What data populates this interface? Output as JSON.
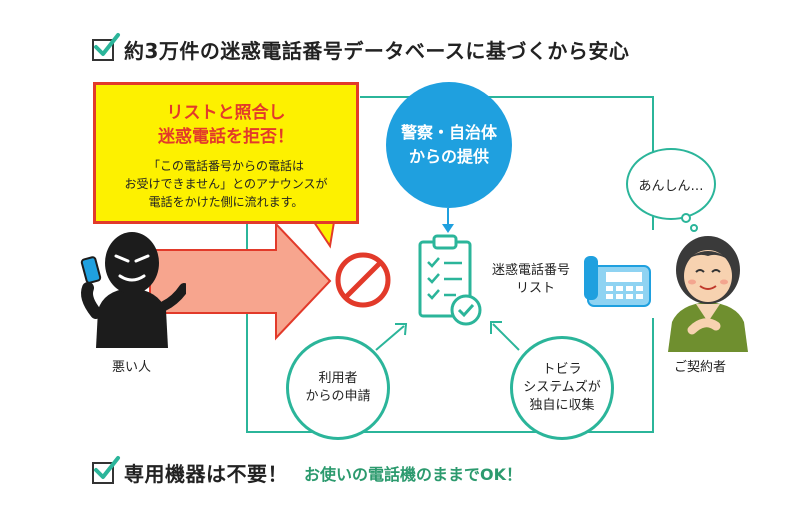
{
  "header": {
    "title": "約3万件の迷惑電話番号データベースに基づくから安心"
  },
  "callout": {
    "title_lines": [
      "リストと照合し",
      "迷惑電話を拒否！"
    ],
    "body_lines": [
      "「この電話番号からの電話は",
      "お受けできません」とのアナウンスが",
      "電話をかけた側に流れます。"
    ]
  },
  "sources": {
    "police": [
      "警察・自治体",
      "からの提供"
    ],
    "users": [
      "利用者",
      "からの申請"
    ],
    "tobira": [
      "トビラ",
      "システムズが",
      "独自に収集"
    ]
  },
  "list": {
    "label_lines": [
      "迷惑電話番号",
      "リスト"
    ]
  },
  "people": {
    "bad": "悪い人",
    "customer": "ご契約者",
    "speech": "あんしん…"
  },
  "footer": {
    "title": "専用機器は不要！",
    "subtitle": "お使いの電話機のままでOK！"
  },
  "colors": {
    "accent_red": "#e23a2a",
    "callout_yellow": "#fdf100",
    "teal": "#2bb59a",
    "blue": "#1fa0df",
    "green_text": "#2c9a6e"
  }
}
